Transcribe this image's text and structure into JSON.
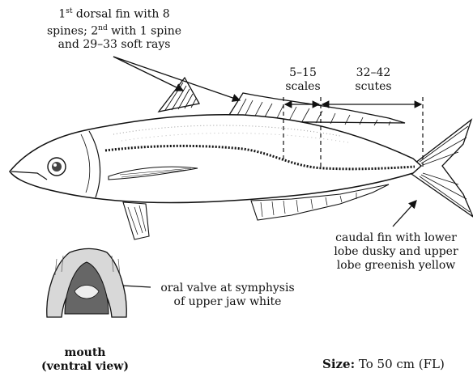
{
  "labels": {
    "dorsal_line1_pre": "1",
    "dorsal_line1_sup": "st",
    "dorsal_line1_post": " dorsal fin with 8",
    "dorsal_line2_pre": "spines; 2",
    "dorsal_line2_sup": "nd",
    "dorsal_line2_post": " with 1 spine",
    "dorsal_line3": "and 29–33 soft rays",
    "scales_count": "5–15",
    "scales_word": "scales",
    "scutes_count": "32–42",
    "scutes_word": "scutes",
    "caudal_line1": "caudal fin with lower",
    "caudal_line2": "lobe dusky and upper",
    "caudal_line3": "lobe greenish yellow",
    "oral_line1": "oral valve at symphysis",
    "oral_line2": "of upper jaw white",
    "mouth_line1": "mouth",
    "mouth_line2": "(ventral view)",
    "size_label": "Size:",
    "size_value": " To 50 cm (FL)"
  }
}
